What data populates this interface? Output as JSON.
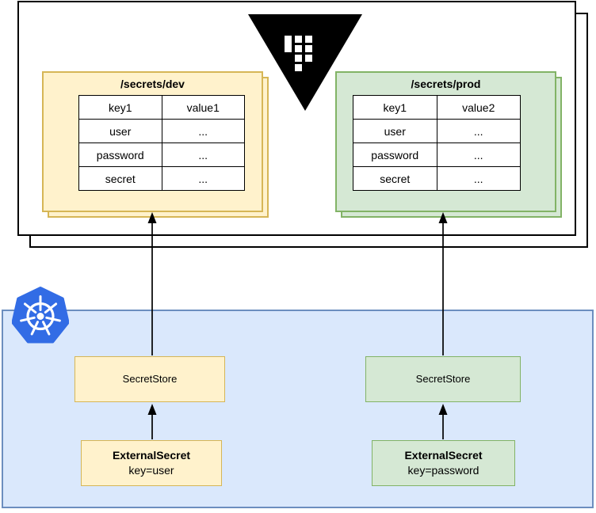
{
  "vault": {
    "icon": "vault-triangle-logo",
    "secret_paths": [
      {
        "title": "/secrets/dev",
        "rows": [
          [
            "key1",
            "value1"
          ],
          [
            "user",
            "..."
          ],
          [
            "password",
            "..."
          ],
          [
            "secret",
            "..."
          ]
        ]
      },
      {
        "title": "/secrets/prod",
        "rows": [
          [
            "key1",
            "value2"
          ],
          [
            "user",
            "..."
          ],
          [
            "password",
            "..."
          ],
          [
            "secret",
            "..."
          ]
        ]
      }
    ]
  },
  "kubernetes": {
    "icon": "kubernetes-helm-logo",
    "secret_stores": [
      {
        "label": "SecretStore"
      },
      {
        "label": "SecretStore"
      }
    ],
    "external_secrets": [
      {
        "title": "ExternalSecret",
        "key": "key=user"
      },
      {
        "title": "ExternalSecret",
        "key": "key=password"
      }
    ]
  },
  "colors": {
    "yellow-fill": "#FFF2CC",
    "yellow-border": "#D6B656",
    "green-fill": "#D5E8D4",
    "green-border": "#82B366",
    "blue-fill": "#DAE8FC",
    "blue-border": "#6C8EBF",
    "k8s-blue": "#326CE5",
    "vault-black": "#000000"
  }
}
